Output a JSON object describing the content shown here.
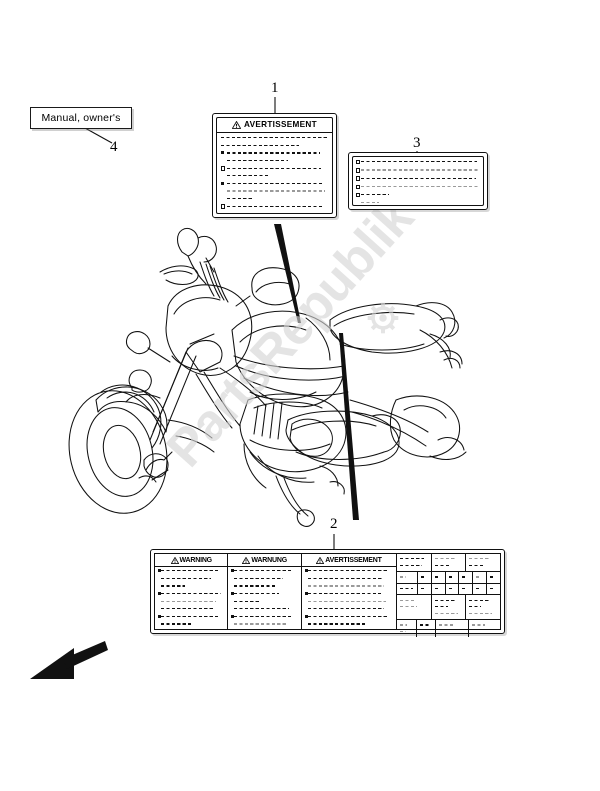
{
  "page": {
    "type": "parts-diagram",
    "subject": "motorcycle-label-placement",
    "background": "#ffffff",
    "line_color": "#111111"
  },
  "manual_box": {
    "text": "Manual, owner's",
    "callout": "4"
  },
  "callouts": [
    {
      "id": "1",
      "label": "1",
      "target": "label-avertissement"
    },
    {
      "id": "2",
      "label": "2",
      "target": "label-multilang-table"
    },
    {
      "id": "3",
      "label": "3",
      "target": "label-specification"
    },
    {
      "id": "4",
      "label": "4",
      "target": "manual-owners-box"
    }
  ],
  "label1": {
    "callout": "1",
    "warning_symbol": "⚠",
    "header": "AVERTISSEMENT",
    "rows": [
      {
        "bullet": "none",
        "indent": 0,
        "width": 100,
        "tone": "dark"
      },
      {
        "bullet": "none",
        "indent": 0,
        "width": 72,
        "tone": "dark"
      },
      {
        "bullet": "solid",
        "indent": 6,
        "width": 92,
        "tone": "dark"
      },
      {
        "bullet": "none",
        "indent": 6,
        "width": 62,
        "tone": "dark"
      },
      {
        "bullet": "hollow",
        "indent": 6,
        "width": 93,
        "tone": "dark"
      },
      {
        "bullet": "none",
        "indent": 6,
        "width": 45,
        "tone": "dark"
      },
      {
        "bullet": "solid",
        "indent": 6,
        "width": 94,
        "tone": "dark"
      },
      {
        "bullet": "none",
        "indent": 6,
        "width": 96,
        "tone": "grey"
      },
      {
        "bullet": "none",
        "indent": 6,
        "width": 30,
        "tone": "dark"
      },
      {
        "bullet": "hollow",
        "indent": 6,
        "width": 94,
        "tone": "dark"
      },
      {
        "bullet": "none",
        "indent": 58,
        "width": 42,
        "tone": "dark"
      }
    ]
  },
  "label3": {
    "callout": "3",
    "rows": [
      {
        "bullet": "hollow",
        "indent": 5,
        "width": 97,
        "tone": "dark"
      },
      {
        "bullet": "hollow",
        "indent": 5,
        "width": 99,
        "tone": "grey"
      },
      {
        "bullet": "hollow",
        "indent": 5,
        "width": 96,
        "tone": "dark"
      },
      {
        "bullet": "hollow",
        "indent": 5,
        "width": 98,
        "tone": "grey"
      },
      {
        "bullet": "hollow",
        "indent": 5,
        "width": 26,
        "tone": "dark"
      },
      {
        "bullet": "none",
        "indent": 5,
        "width": 18,
        "tone": "grey"
      }
    ]
  },
  "label2": {
    "callout": "2",
    "columns": [
      {
        "warning_symbol": "⚠",
        "header": "WARNING",
        "language": "english",
        "rows": [
          {
            "bullet": "solid",
            "indent": 3,
            "width": 93,
            "tone": "dark"
          },
          {
            "bullet": "none",
            "indent": 3,
            "width": 80,
            "tone": "dark"
          },
          {
            "bullet": "none",
            "indent": 3,
            "width": 40,
            "tone": "dark"
          },
          {
            "bullet": "solid",
            "indent": 3,
            "width": 95,
            "tone": "dark"
          },
          {
            "bullet": "none",
            "indent": 3,
            "width": 88,
            "tone": "grey"
          },
          {
            "bullet": "none",
            "indent": 3,
            "width": 84,
            "tone": "dark"
          },
          {
            "bullet": "solid",
            "indent": 3,
            "width": 90,
            "tone": "dark"
          },
          {
            "bullet": "none",
            "indent": 3,
            "width": 52,
            "tone": "dark"
          }
        ]
      },
      {
        "warning_symbol": "⚠",
        "header": "WARNUNG",
        "language": "german",
        "rows": [
          {
            "bullet": "solid",
            "indent": 3,
            "width": 92,
            "tone": "dark"
          },
          {
            "bullet": "none",
            "indent": 3,
            "width": 78,
            "tone": "dark"
          },
          {
            "bullet": "none",
            "indent": 3,
            "width": 66,
            "tone": "dark"
          },
          {
            "bullet": "solid",
            "indent": 3,
            "width": 72,
            "tone": "dark"
          },
          {
            "bullet": "none",
            "indent": 3,
            "width": 44,
            "tone": "dark"
          },
          {
            "bullet": "none",
            "indent": 3,
            "width": 86,
            "tone": "dark"
          },
          {
            "bullet": "solid",
            "indent": 3,
            "width": 90,
            "tone": "dark"
          },
          {
            "bullet": "none",
            "indent": 3,
            "width": 82,
            "tone": "grey"
          }
        ]
      },
      {
        "warning_symbol": "⚠",
        "header": "AVERTISSEMENT",
        "language": "french",
        "rows": [
          {
            "bullet": "solid",
            "indent": 3,
            "width": 94,
            "tone": "dark"
          },
          {
            "bullet": "none",
            "indent": 3,
            "width": 88,
            "tone": "dark"
          },
          {
            "bullet": "none",
            "indent": 3,
            "width": 90,
            "tone": "grey"
          },
          {
            "bullet": "solid",
            "indent": 3,
            "width": 86,
            "tone": "dark"
          },
          {
            "bullet": "none",
            "indent": 3,
            "width": 92,
            "tone": "grey"
          },
          {
            "bullet": "none",
            "indent": 3,
            "width": 90,
            "tone": "dark"
          },
          {
            "bullet": "solid",
            "indent": 3,
            "width": 95,
            "tone": "dark"
          },
          {
            "bullet": "none",
            "indent": 3,
            "width": 70,
            "tone": "dark"
          }
        ]
      }
    ],
    "spec_table": {
      "rows": [
        {
          "cells": [
            {
              "span": 2,
              "lines": [
                {
                  "width": 86,
                  "tone": "dark"
                },
                {
                  "width": 80,
                  "tone": "dark"
                }
              ]
            },
            {
              "span": 2,
              "lines": [
                {
                  "width": 74,
                  "tone": "grey"
                },
                {
                  "width": 60,
                  "tone": "dark"
                }
              ]
            },
            {
              "span": 2,
              "lines": [
                {
                  "width": 76,
                  "tone": "grey"
                },
                {
                  "width": 58,
                  "tone": "dark"
                }
              ]
            }
          ]
        },
        {
          "cells": [
            {
              "span": 2,
              "lines": [
                {
                  "width": 44,
                  "tone": "grey"
                }
              ]
            },
            {
              "span": 1,
              "lines": [
                {
                  "width": 70,
                  "tone": "dark"
                }
              ]
            },
            {
              "span": 1,
              "lines": [
                {
                  "width": 78,
                  "tone": "dark"
                }
              ]
            },
            {
              "span": 1,
              "lines": [
                {
                  "width": 66,
                  "tone": "dark"
                }
              ]
            },
            {
              "span": 1,
              "lines": [
                {
                  "width": 68,
                  "tone": "dark"
                }
              ]
            },
            {
              "span": 1,
              "lines": [
                {
                  "width": 72,
                  "tone": "grey"
                }
              ]
            },
            {
              "span": 1,
              "lines": [
                {
                  "width": 62,
                  "tone": "dark"
                }
              ]
            }
          ]
        },
        {
          "cells": [
            {
              "span": 2,
              "lines": [
                {
                  "width": 92,
                  "tone": "dark"
                }
              ]
            },
            {
              "span": 1,
              "lines": [
                {
                  "width": 68,
                  "tone": "dark"
                }
              ]
            },
            {
              "span": 1,
              "lines": [
                {
                  "width": 74,
                  "tone": "dark"
                }
              ]
            },
            {
              "span": 1,
              "lines": [
                {
                  "width": 64,
                  "tone": "dark"
                }
              ]
            },
            {
              "span": 1,
              "lines": [
                {
                  "width": 70,
                  "tone": "dark"
                }
              ]
            },
            {
              "span": 1,
              "lines": [
                {
                  "width": 66,
                  "tone": "dark"
                }
              ]
            },
            {
              "span": 1,
              "lines": [
                {
                  "width": 60,
                  "tone": "dark"
                }
              ]
            }
          ]
        },
        {
          "cells": [
            {
              "span": 2,
              "lines": [
                {
                  "width": 50,
                  "tone": "grey"
                },
                {
                  "width": 62,
                  "tone": "grey"
                }
              ]
            },
            {
              "span": 2,
              "lines": [
                {
                  "width": 78,
                  "tone": "dark"
                },
                {
                  "width": 48,
                  "tone": "dark"
                },
                {
                  "width": 84,
                  "tone": "grey"
                }
              ]
            },
            {
              "span": 2,
              "lines": [
                {
                  "width": 76,
                  "tone": "dark"
                },
                {
                  "width": 44,
                  "tone": "dark"
                },
                {
                  "width": 82,
                  "tone": "grey"
                }
              ]
            }
          ]
        },
        {
          "cells": [
            {
              "span": 1,
              "lines": [
                {
                  "width": 54,
                  "tone": "grey"
                },
                {
                  "width": 44,
                  "tone": "grey"
                }
              ]
            },
            {
              "span": 1,
              "lines": [
                {
                  "width": 86,
                  "tone": "dark"
                }
              ]
            },
            {
              "span": 2,
              "lines": [
                {
                  "width": 58,
                  "tone": "grey"
                }
              ]
            },
            {
              "span": 2,
              "lines": [
                {
                  "width": 54,
                  "tone": "grey"
                }
              ]
            }
          ]
        }
      ]
    }
  },
  "watermark": {
    "text": "PartsRepublik",
    "color": "#d8d8d8",
    "icon": "gear-icon"
  },
  "direction_arrow": {
    "name": "forward-direction-arrow",
    "points": "down-left"
  }
}
